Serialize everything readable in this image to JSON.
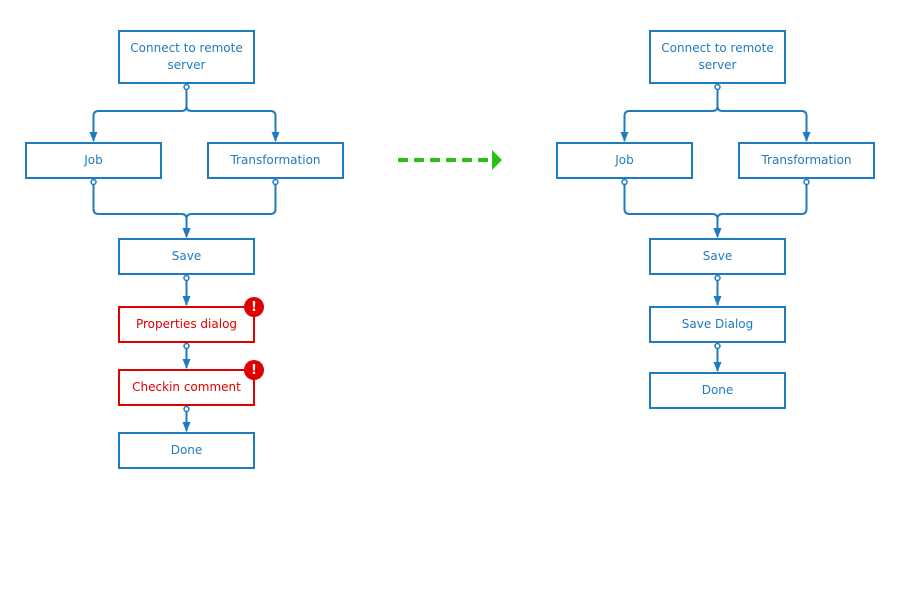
{
  "colors": {
    "node": "#1f7bbf",
    "error": "#e00000",
    "arrow_between": "#22c40f",
    "background": "#ffffff"
  },
  "left_flow": {
    "nodes": {
      "connect": "Connect to remote server",
      "job": "Job",
      "transformation": "Transformation",
      "save": "Save",
      "properties": "Properties dialog",
      "checkin": "Checkin comment",
      "done": "Done"
    },
    "error_nodes": [
      "properties",
      "checkin"
    ],
    "error_badge": "!"
  },
  "right_flow": {
    "nodes": {
      "connect": "Connect to remote server",
      "job": "Job",
      "transformation": "Transformation",
      "save": "Save",
      "save_dialog": "Save Dialog",
      "done": "Done"
    }
  },
  "transition_arrow": {
    "style": "dashed",
    "direction": "right"
  }
}
